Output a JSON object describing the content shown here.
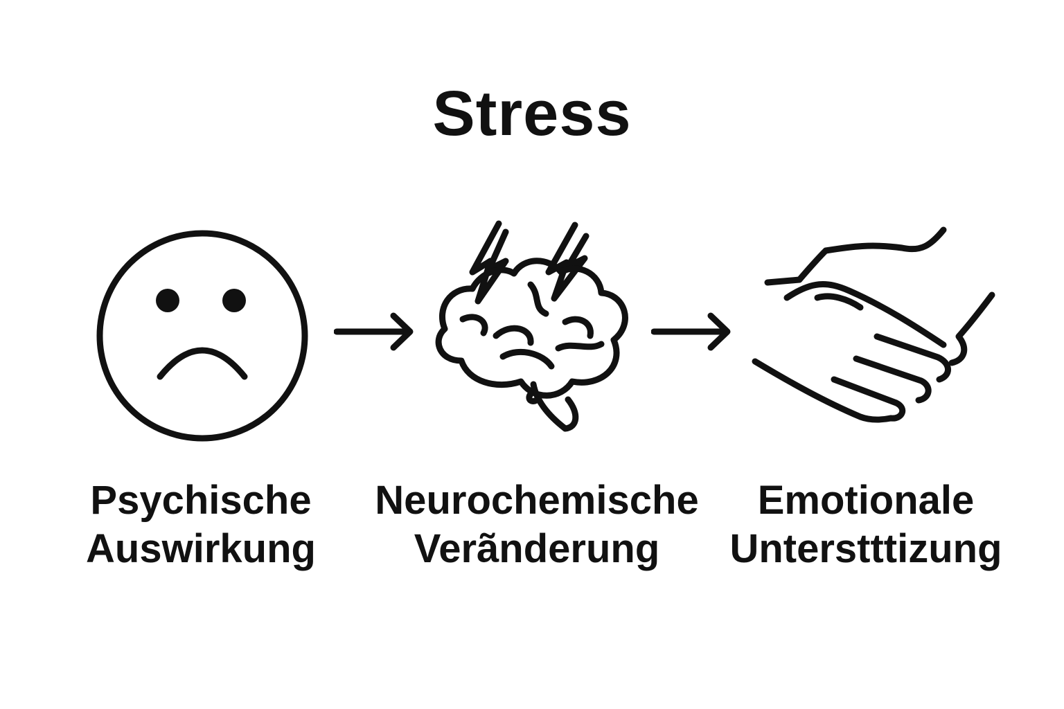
{
  "title": "Stress",
  "steps": [
    {
      "icon": "sad-face-icon",
      "line1": "Psychische",
      "line2": "Auswirkung"
    },
    {
      "icon": "brain-lightning-icon",
      "line1": "Neurochemische",
      "line2": "Verãnderung"
    },
    {
      "icon": "handshake-icon",
      "line1": "Emotionale",
      "line2": "Unterstt­tizung"
    }
  ],
  "colors": {
    "ink": "#111111",
    "background": "#ffffff"
  }
}
